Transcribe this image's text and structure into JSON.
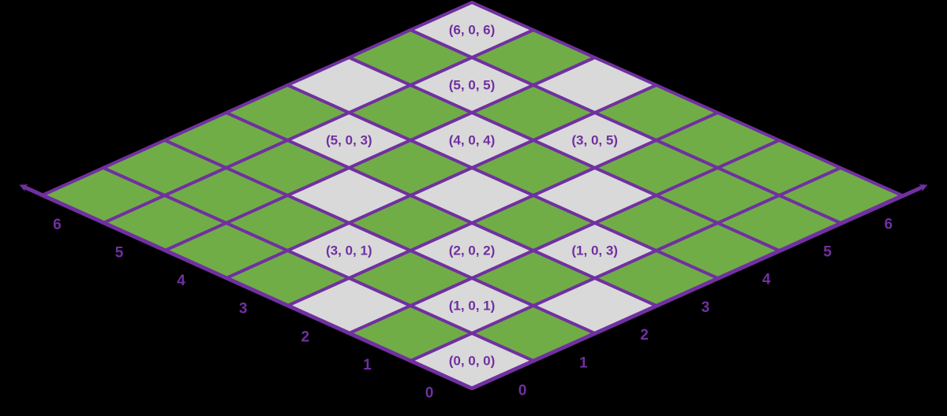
{
  "grid": {
    "size": 7,
    "highlighted_cells": [
      [
        0,
        0
      ],
      [
        1,
        1
      ],
      [
        2,
        2
      ],
      [
        3,
        3
      ],
      [
        4,
        4
      ],
      [
        5,
        5
      ],
      [
        6,
        6
      ],
      [
        2,
        0
      ],
      [
        3,
        1
      ],
      [
        4,
        2
      ],
      [
        5,
        3
      ],
      [
        6,
        4
      ],
      [
        0,
        2
      ],
      [
        1,
        3
      ],
      [
        2,
        4
      ],
      [
        3,
        5
      ],
      [
        4,
        6
      ]
    ],
    "colors": {
      "green": "#70AD47",
      "highlight": "#D9D9D9",
      "line": "#7030A0",
      "background": "#000000"
    }
  },
  "axis_left_labels": [
    "0",
    "1",
    "2",
    "3",
    "4",
    "5",
    "6"
  ],
  "axis_right_labels": [
    "0",
    "1",
    "2",
    "3",
    "4",
    "5",
    "6"
  ],
  "cell_labels": [
    {
      "i": 0,
      "j": 0,
      "text": "(0, 0, 0)"
    },
    {
      "i": 1,
      "j": 1,
      "text": "(1, 0, 1)"
    },
    {
      "i": 2,
      "j": 2,
      "text": "(2, 0, 2)"
    },
    {
      "i": 4,
      "j": 4,
      "text": "(4, 0, 4)"
    },
    {
      "i": 5,
      "j": 5,
      "text": "(5, 0, 5)"
    },
    {
      "i": 6,
      "j": 6,
      "text": "(6, 0, 6)"
    },
    {
      "i": 3,
      "j": 1,
      "text": "(3, 0, 1)"
    },
    {
      "i": 5,
      "j": 3,
      "text": "(5, 0, 3)"
    },
    {
      "i": 1,
      "j": 3,
      "text": "(1, 0, 3)"
    },
    {
      "i": 3,
      "j": 5,
      "text": "(3, 0, 5)"
    }
  ]
}
